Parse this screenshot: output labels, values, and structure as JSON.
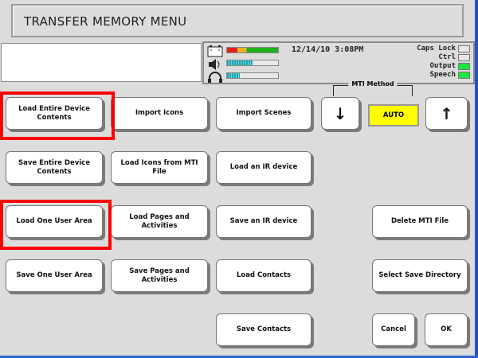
{
  "header": {
    "title": "TRANSFER MEMORY MENU"
  },
  "message_box": {
    "text": ""
  },
  "status": {
    "battery_level": 1.0,
    "volume_level": 0.5,
    "headphone_level": 0.25,
    "datetime": "12/14/10 3:08PM",
    "indicators": [
      {
        "label": "Caps Lock",
        "on": false
      },
      {
        "label": "Ctrl",
        "on": false
      },
      {
        "label": "Output",
        "on": true
      },
      {
        "label": "Speech",
        "on": true
      }
    ]
  },
  "buttons": {
    "load_entire": "Load Entire Device Contents",
    "import_icons": "Import Icons",
    "import_scenes": "Import Scenes",
    "save_entire": "Save Entire Device Contents",
    "load_icons_mti": "Load Icons from MTI File",
    "load_ir": "Load an IR device",
    "load_one_user": "Load One User Area",
    "load_pages": "Load Pages and Activities",
    "save_ir": "Save an IR device",
    "delete_mti": "Delete MTI File",
    "save_one_user": "Save One User Area",
    "save_pages": "Save Pages and Activities",
    "load_contacts": "Load Contacts",
    "select_save_dir": "Select Save Directory",
    "save_contacts": "Save Contacts",
    "cancel": "Cancel",
    "ok": "OK"
  },
  "mti_method": {
    "label": "MTI Method",
    "value": "AUTO",
    "down_icon": "↓",
    "up_icon": "↑"
  },
  "highlight_color": "#ff0000"
}
